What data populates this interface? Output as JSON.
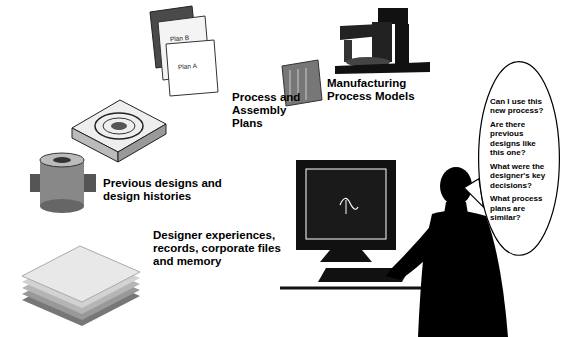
{
  "diagram": {
    "nodes": [
      {
        "text": [
          "Can I use this new process?",
          "Are there previous designs like this one?",
          "What were the designer's key decisions?",
          "What process plans are similar?"
        ]
      }
    ],
    "labels": [
      "Plan B",
      "Plan A",
      "Process and Assembly Plans",
      "Manufacturing Process Models",
      "Previous designs and design histories",
      "Designer experiences, records, corporate files and memory"
    ]
  }
}
